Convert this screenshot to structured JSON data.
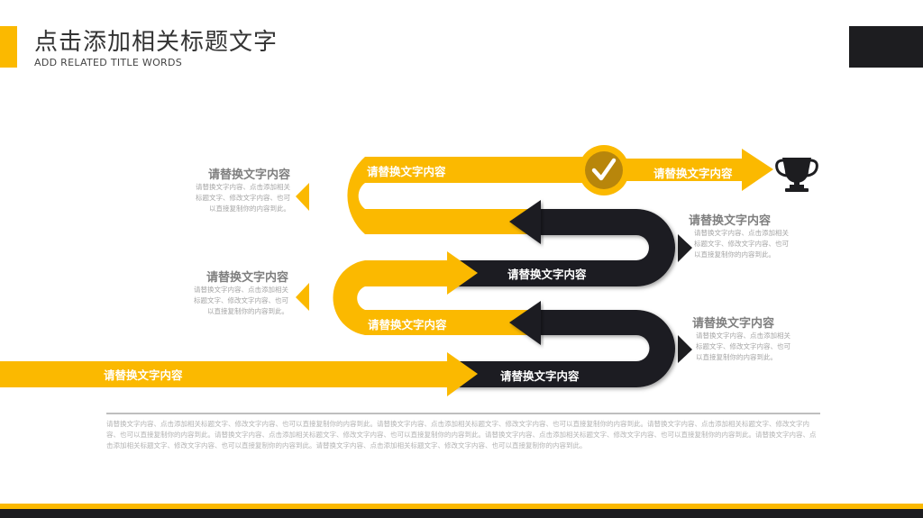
{
  "header": {
    "title": "点击添加相关标题文字",
    "subtitle": "ADD RELATED TITLE WORDS"
  },
  "colors": {
    "accent": "#fbb900",
    "dark": "#1d1d20",
    "muted": "#7f7f7f"
  },
  "path_labels": {
    "top_yellow": "请替换文字内容",
    "top_arrow": "请替换文字内容",
    "dark_1": "请替换文字内容",
    "mid_yellow": "请替换文字内容",
    "dark_2": "请替换文字内容",
    "bottom_yellow": "请替换文字内容"
  },
  "icons": {
    "check": "check-circle-icon",
    "goal": "trophy-icon"
  },
  "left_notes": [
    {
      "title": "请替换文字内容",
      "desc": "请替换文字内容、点击添加相关标题文字、修改文字内容、也可以直接复制你的内容到此。"
    },
    {
      "title": "请替换文字内容",
      "desc": "请替换文字内容、点击添加相关标题文字、修改文字内容、也可以直接复制你的内容到此。"
    }
  ],
  "right_notes": [
    {
      "title": "请替换文字内容",
      "desc": "请替换文字内容、点击添加相关标题文字、修改文字内容、也可以直接复制你的内容到此。"
    },
    {
      "title": "请替换文字内容",
      "desc": "请替换文字内容、点击添加相关标题文字、修改文字内容、也可以直接复制你的内容到此。"
    }
  ],
  "footer": {
    "paragraph": "请替换文字内容、点击添加相关标题文字、修改文字内容、也可以直接复制你的内容到此。请替换文字内容、点击添加相关标题文字、修改文字内容、也可以直接复制你的内容到此。请替换文字内容、点击添加相关标题文字、修改文字内容、也可以直接复制你的内容到此。请替换文字内容、点击添加相关标题文字、修改文字内容、也可以直接复制你的内容到此。请替换文字内容、点击添加相关标题文字、修改文字内容、也可以直接复制你的内容到此。请替换文字内容、点击添加相关标题文字、修改文字内容、也可以直接复制你的内容到此。请替换文字内容、点击添加相关标题文字、修改文字内容、也可以直接复制你的内容到此。"
  }
}
